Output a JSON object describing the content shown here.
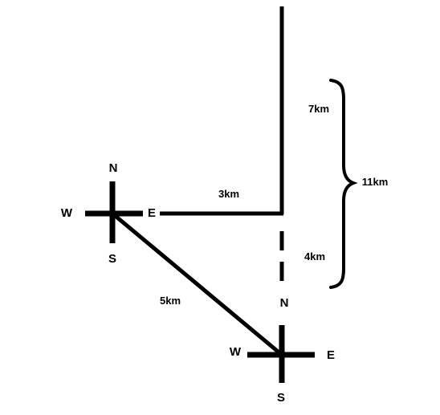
{
  "colors": {
    "ink": "#000000",
    "background": "#ffffff"
  },
  "compass_upper": {
    "north": "N",
    "east": "E",
    "south": "S",
    "west": "W"
  },
  "compass_lower": {
    "north": "N",
    "east": "E",
    "south": "S",
    "west": "W"
  },
  "distances": {
    "east_leg": "3km",
    "north_leg": "7km",
    "dashed_leg": "4km",
    "total_vertical": "11km",
    "diagonal": "5km"
  }
}
